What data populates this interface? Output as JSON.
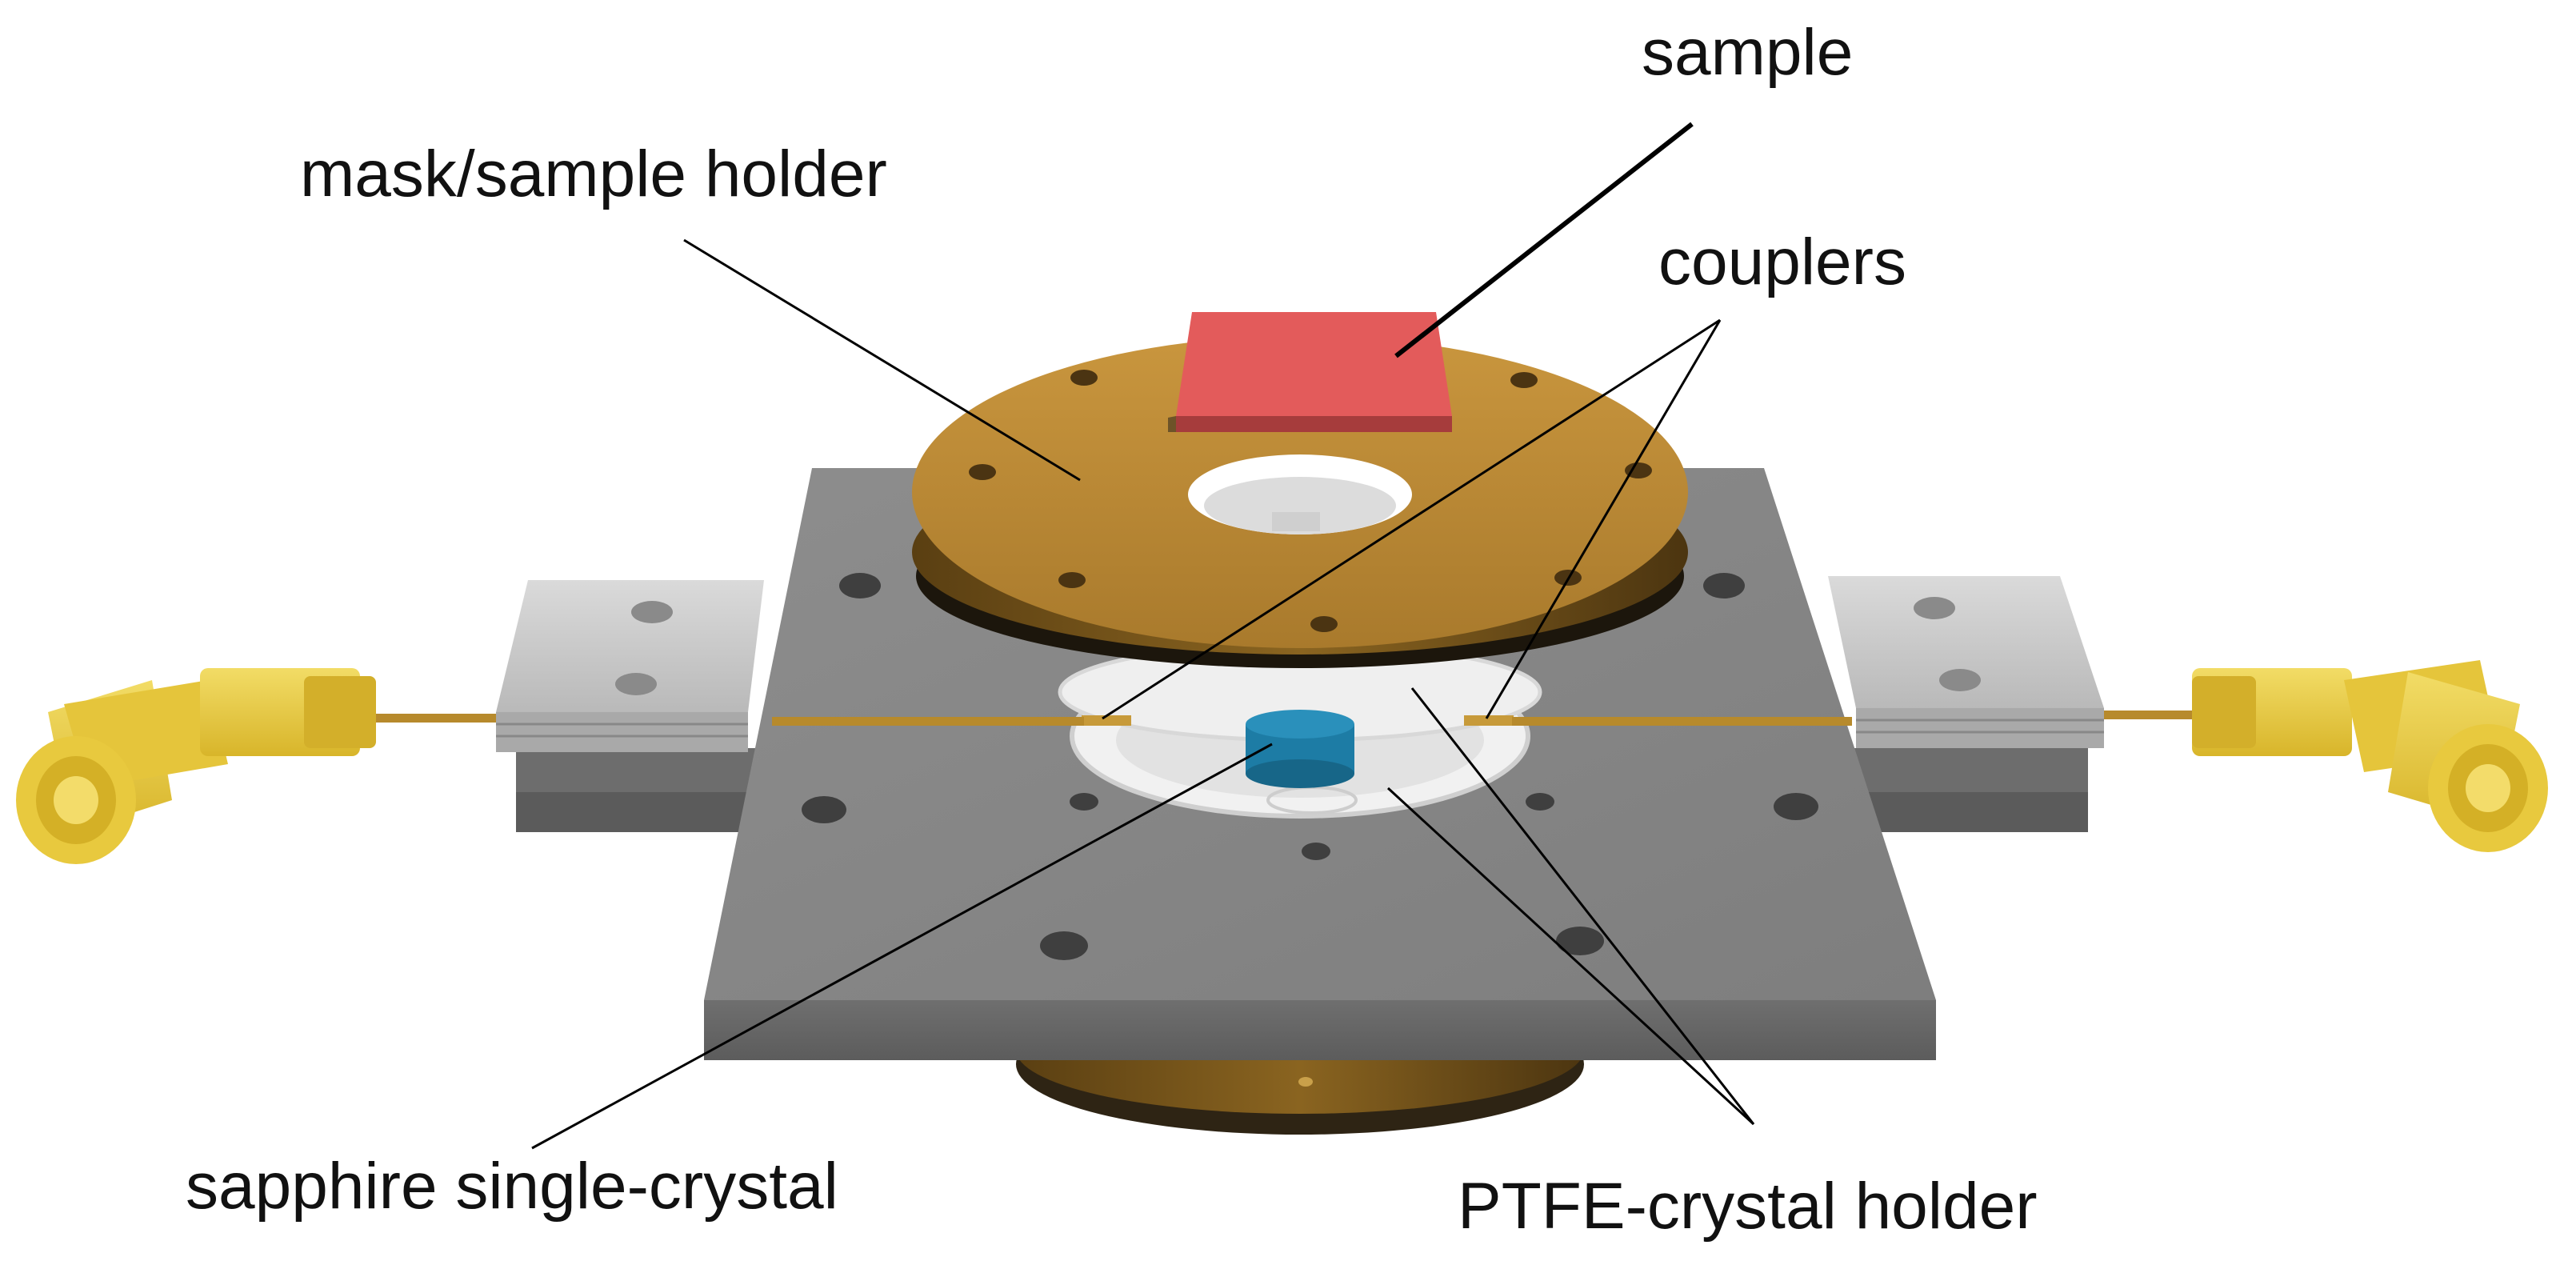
{
  "labels": {
    "sample": "sample",
    "mask_holder": "mask/sample holder",
    "couplers": "couplers",
    "sapphire": "sapphire single-crystal",
    "ptfe": "PTFE-crystal holder"
  },
  "colors": {
    "background": "#ffffff",
    "plate": "#8c8c8c",
    "brass": "#b98934",
    "sample": "#e05a5a",
    "sapphire": "#1f7fa8",
    "ptfe": "#e6e6e6",
    "connector_gold": "#eacb3a",
    "clamp": "#cfcfcf"
  }
}
